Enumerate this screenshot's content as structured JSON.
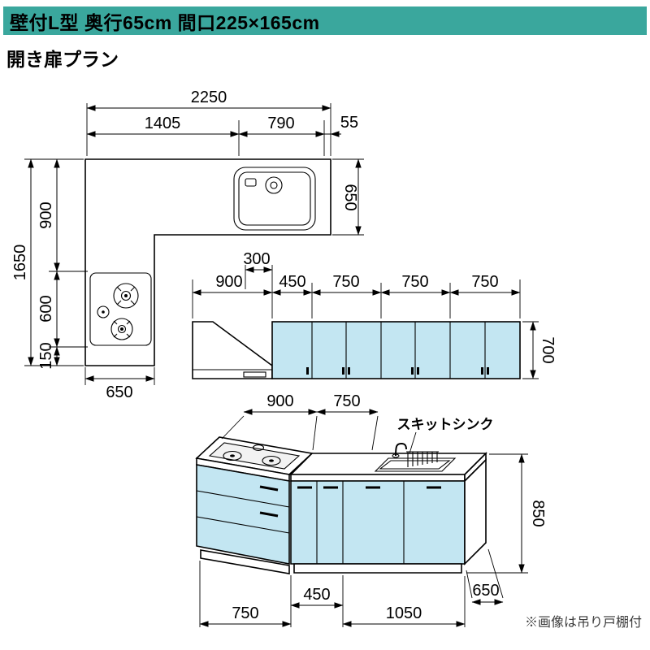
{
  "colors": {
    "header_bg": "#3AA79D",
    "cabinet_fill": "#C3E6F2"
  },
  "header": {
    "title": "壁付L型 奥行65cm 間口225×165cm",
    "plan_type": "開き扉プラン"
  },
  "plan": {
    "dim_width_total": "2250",
    "dim_width_left": "1405",
    "dim_width_sink": "790",
    "dim_width_end": "55",
    "dim_depth_right": "650",
    "dim_height_total": "1650",
    "dim_height_top": "900",
    "dim_height_mid": "600",
    "dim_height_bottom": "150",
    "dim_width_bottom": "650"
  },
  "elevation": {
    "dim_300": "300",
    "dim_900": "900",
    "dim_450": "450",
    "dim_750a": "750",
    "dim_750b": "750",
    "dim_750c": "750",
    "dim_height": "700"
  },
  "perspective": {
    "label_sink": "スキットシンク",
    "dim_900": "900",
    "dim_750_top": "750",
    "dim_850": "850",
    "dim_450": "450",
    "dim_750_bottom": "750",
    "dim_1050": "1050",
    "dim_650": "650"
  },
  "footnote": "※画像は吊り戸棚付"
}
